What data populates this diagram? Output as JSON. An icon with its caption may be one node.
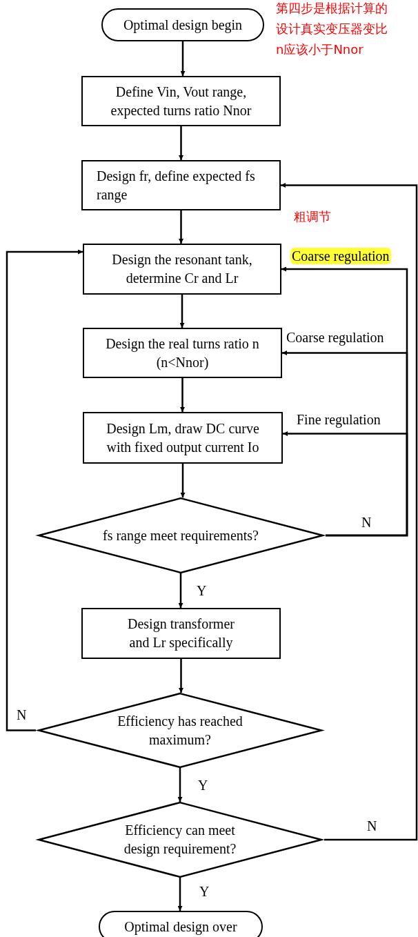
{
  "diagram": {
    "nodes": [
      {
        "text": [
          "Optimal design begin"
        ]
      },
      {
        "text": [
          "Define Vin, Vout range, expected turns ratio Nnor"
        ]
      },
      {
        "text": [
          "Design fr, define expected fs range"
        ]
      },
      {
        "text": [
          "Design the resonant tank, determine Cr and Lr"
        ]
      },
      {
        "text": [
          "Design the real turns ratio n (n<Nnor)"
        ]
      },
      {
        "text": [
          "Design Lm, draw DC curve with fixed output current Io"
        ]
      },
      {
        "text": [
          "fs range meet requirements?"
        ]
      },
      {
        "text": [
          "Design transformer and Lr specifically"
        ]
      },
      {
        "text": [
          "Efficiency has reached maximum?"
        ]
      },
      {
        "text": [
          "Efficiency can meet design requirement?"
        ]
      },
      {
        "text": [
          "Optimal design over"
        ]
      }
    ],
    "edges": [
      {
        "from": 0,
        "to": 1,
        "arrow": "to"
      },
      {
        "from": 1,
        "to": 2,
        "arrow": "to"
      },
      {
        "from": 2,
        "to": 3,
        "arrow": "to"
      },
      {
        "from": 3,
        "to": 4,
        "arrow": "to"
      },
      {
        "from": 4,
        "to": 5,
        "arrow": "to"
      },
      {
        "from": 5,
        "to": 6,
        "arrow": "to"
      },
      {
        "from": 6,
        "to": 7,
        "arrow": "to",
        "label": "Y"
      },
      {
        "from": 7,
        "to": 8,
        "arrow": "to"
      },
      {
        "from": 8,
        "to": 9,
        "arrow": "to",
        "label": "Y"
      },
      {
        "from": 9,
        "to": 10,
        "arrow": "to",
        "label": "Y"
      },
      {
        "from": 6,
        "to": 3,
        "arrow": "to",
        "label": "Coarse regulation"
      },
      {
        "from": 6,
        "to": 4,
        "arrow": "to",
        "label": "Coarse regulation"
      },
      {
        "from": 6,
        "to": 5,
        "arrow": "to",
        "label": "Fine regulation"
      },
      {
        "from": 8,
        "to": 3,
        "arrow": "to",
        "label": "N"
      },
      {
        "from": 9,
        "to": 2,
        "arrow": "to",
        "label": "N"
      }
    ],
    "labels": [
      "第四步是根据计算的",
      "设计真实变压器变比",
      "n应该小于Nnor",
      "粗调节",
      "N"
    ]
  }
}
